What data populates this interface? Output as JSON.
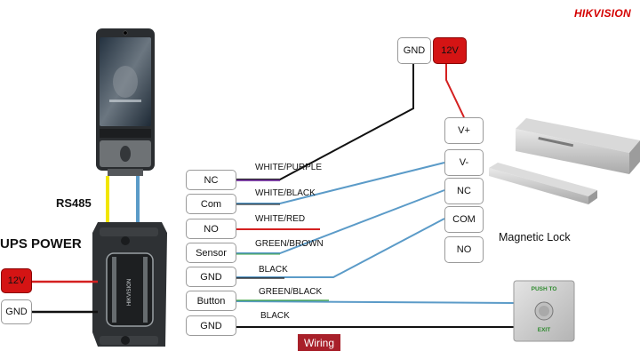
{
  "brand": "HIKVISION",
  "labels": {
    "rs485": "RS485",
    "ups_power": "UPS POWER",
    "magnetic_lock": "Magnetic Lock",
    "wiring": "Wiring"
  },
  "power_supply": {
    "positive": "12V",
    "ground": "GND"
  },
  "lock_power": {
    "ground": "GND",
    "positive": "12V"
  },
  "controller_terminals": [
    "NC",
    "Com",
    "NO",
    "Sensor",
    "GND",
    "Button",
    "GND"
  ],
  "wire_colors": [
    "WHITE/PURPLE",
    "WHITE/BLACK",
    "WHITE/RED",
    "GREEN/BROWN",
    "BLACK",
    "GREEN/BLACK",
    "BLACK"
  ],
  "lock_terminals": [
    "V+",
    "V-",
    "NC",
    "COM",
    "NO"
  ],
  "exit_button": {
    "top_text": "PUSH TO",
    "bottom_text": "EXIT"
  },
  "device_logo": "HIKVISION",
  "colors": {
    "red_terminal": "#d41414",
    "wiring_badge": "#a8202a",
    "wire_blue": "#5b9bc8",
    "wire_yellow": "#f2e600",
    "wire_red": "#d42020",
    "wire_purple": "#7a3fa0",
    "wire_green": "#3aa040"
  }
}
